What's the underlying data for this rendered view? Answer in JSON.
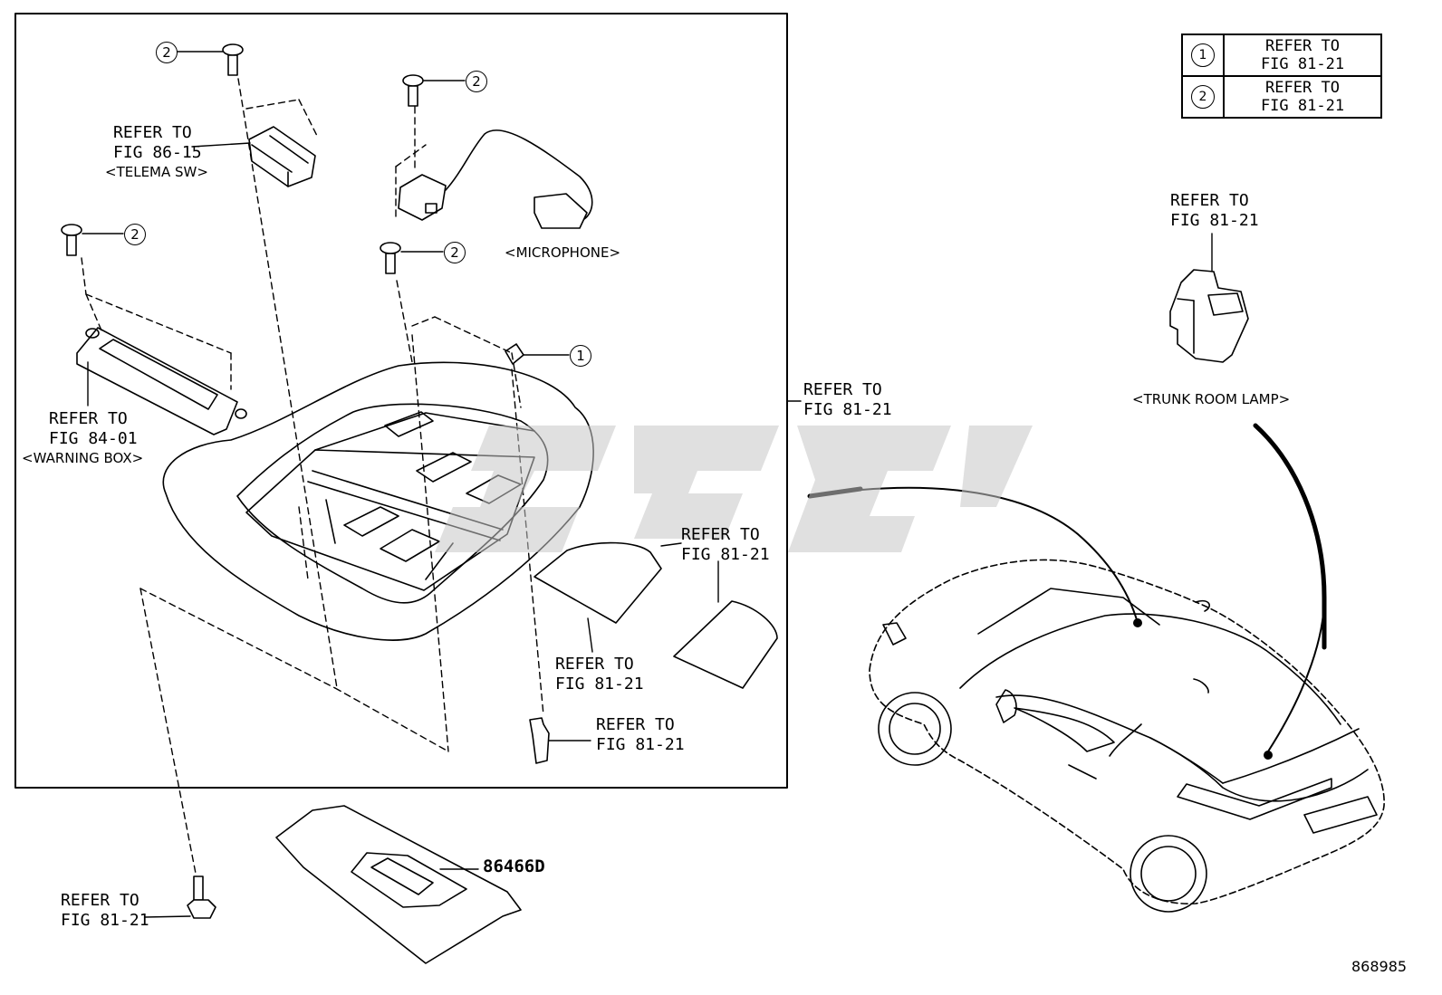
{
  "labels": {
    "telema": {
      "line1": "REFER TO",
      "line2": "FIG 86-15",
      "name": "<TELEMA SW>"
    },
    "microphone": {
      "name": "<MICROPHONE>"
    },
    "warning": {
      "line1": "REFER TO",
      "line2": "FIG 84-01",
      "name": "<WARNING BOX>"
    },
    "frame_ref": {
      "line1": "REFER TO",
      "line2": "FIG 81-21"
    },
    "lens_right": {
      "line1": "REFER TO",
      "line2": "FIG 81-21"
    },
    "lens_center": {
      "line1": "REFER TO",
      "line2": "FIG 81-21"
    },
    "bulb": {
      "line1": "REFER TO",
      "line2": "FIG 81-21"
    },
    "bolt": {
      "line1": "REFER TO",
      "line2": "FIG 81-21"
    },
    "trunk_lamp": {
      "line1": "REFER TO",
      "line2": "FIG 81-21",
      "name": "<TRUNK ROOM LAMP>"
    }
  },
  "part_number": "86466D",
  "diagram_id": "868985",
  "callouts": {
    "c1": "1",
    "c2": "2"
  },
  "legend": [
    {
      "key": "1",
      "line1": "REFER TO",
      "line2": "FIG 81-21"
    },
    {
      "key": "2",
      "line1": "REFER TO",
      "line2": "FIG 81-21"
    }
  ],
  "colors": {
    "line": "#000000",
    "watermark": "#c8c8c8",
    "background": "#ffffff"
  }
}
